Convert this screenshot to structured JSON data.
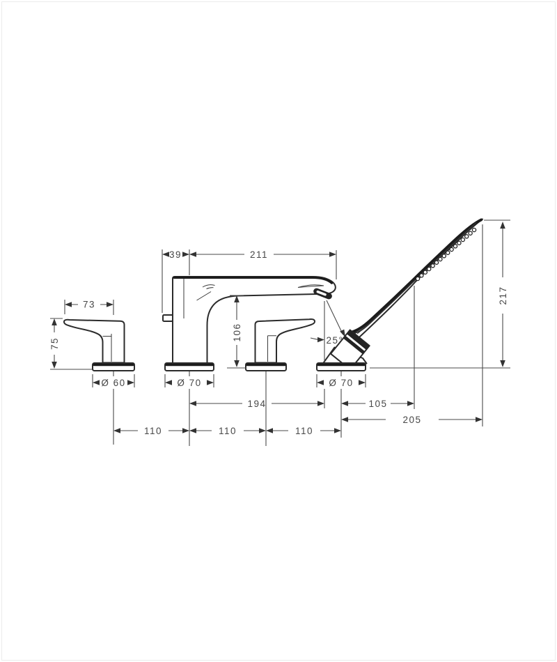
{
  "page": {
    "background": "#ffffff",
    "frame_color": "#ececec"
  },
  "drawing": {
    "line_color": "#3c3c3c",
    "dimensions": {
      "handle_width": "73",
      "handle_height": "75",
      "handle_base_diameter": "Ø 60",
      "spout_offset": "39",
      "spout_reach": "211",
      "spout_height": "106",
      "spout_base_diameter": "Ø 70",
      "shower_angle": "25°",
      "shower_base_diameter": "Ø 70",
      "total_height": "217",
      "spout_center_to_outlet": "194",
      "shower_center_to_head": "105",
      "shower_center_to_tip": "205",
      "hole_spacing_1": "110",
      "hole_spacing_2": "110",
      "hole_spacing_3": "110"
    }
  }
}
